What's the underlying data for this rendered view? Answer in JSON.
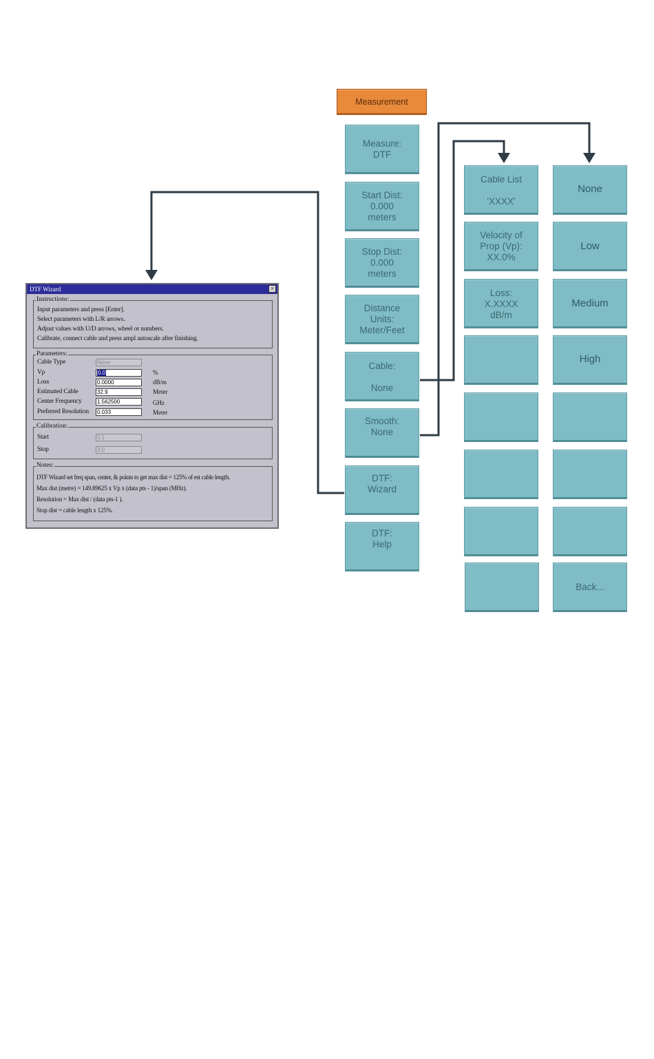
{
  "main_menu": {
    "header": "Measurement",
    "keys": [
      {
        "id": "measure",
        "label": "Measure:\nDTF"
      },
      {
        "id": "start-dist",
        "label": "Start Dist:\n0.000\nmeters"
      },
      {
        "id": "stop-dist",
        "label": "Stop Dist:\n0.000\nmeters"
      },
      {
        "id": "distance-units",
        "label": "Distance\nUnits:\nMeter/Feet"
      },
      {
        "id": "cable",
        "title": "Cable:",
        "value": "None"
      },
      {
        "id": "smooth",
        "label": "Smooth:\nNone"
      },
      {
        "id": "dtf-wizard",
        "label": "DTF:\nWizard"
      },
      {
        "id": "dtf-help",
        "label": "DTF:\nHelp"
      }
    ]
  },
  "cable_menu": {
    "keys": [
      {
        "id": "cable-list",
        "label": "Cable List\n\n'XXXX'"
      },
      {
        "id": "velocity",
        "label": "Velocity of\nProp (Vp):\nXX.0%"
      },
      {
        "id": "loss",
        "label": "Loss:\nX.XXXX\ndB/m"
      },
      {
        "id": "blank-4",
        "label": ""
      },
      {
        "id": "blank-5",
        "label": ""
      },
      {
        "id": "blank-6",
        "label": ""
      },
      {
        "id": "blank-7",
        "label": ""
      },
      {
        "id": "blank-8",
        "label": ""
      }
    ]
  },
  "smooth_menu": {
    "keys": [
      {
        "id": "none",
        "label": "None"
      },
      {
        "id": "low",
        "label": "Low"
      },
      {
        "id": "medium",
        "label": "Medium"
      },
      {
        "id": "high",
        "label": "High"
      },
      {
        "id": "blank-5",
        "label": ""
      },
      {
        "id": "blank-6",
        "label": ""
      },
      {
        "id": "blank-7",
        "label": ""
      },
      {
        "id": "back",
        "label": "Back..."
      }
    ]
  },
  "wizard": {
    "title": "DTF Wizard",
    "close": "×",
    "instructions": {
      "legend": "Instructions:",
      "lines": [
        "Input parameters and press [Enter].",
        "Select parameters with L/R arrows.",
        "Adjust values with U/D arrows, wheel or numbers.",
        "Calibrate, connect cable and press ampl autoscale after finishing."
      ]
    },
    "parameters": {
      "legend": "Parameters:",
      "rows": [
        {
          "label": "Cable Type",
          "value": "None",
          "unit": "",
          "disabled": true
        },
        {
          "label": "Vp",
          "value": "0.0",
          "unit": "%",
          "selected": true
        },
        {
          "label": "Loss",
          "value": "0.0000",
          "unit": "dB/m"
        },
        {
          "label": "Estimated Cable",
          "value": "32.9",
          "unit": "Meter"
        },
        {
          "label": "Center Frequency",
          "value": "1.562500",
          "unit": "GHz"
        },
        {
          "label": "Preferred Resolution",
          "value": "0.033",
          "unit": "Meter"
        }
      ]
    },
    "calibration": {
      "legend": "Calibration:",
      "rows": [
        {
          "label": "Start",
          "value": "0.1"
        },
        {
          "label": "Stop",
          "value": "3.0"
        }
      ]
    },
    "notes": {
      "legend": "Notes:",
      "lines": [
        "DTF Wizard set freq span, center, & points to get max dist = 125% of est cable length.",
        "Max dist (metre) = 149.89625 x Vp x (data pts - 1)/span (MHz).",
        "Resolution = Max dist / (data pts-1 ).",
        "Stop dist = cable length x 125%."
      ]
    }
  }
}
